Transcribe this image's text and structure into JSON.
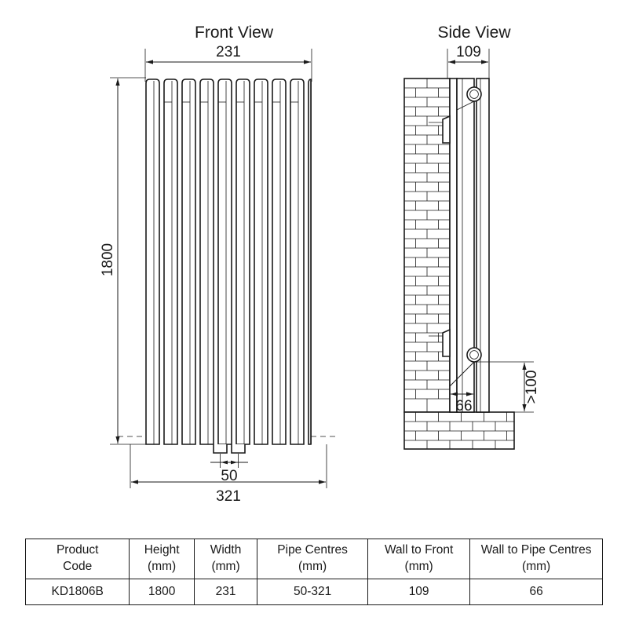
{
  "drawing": {
    "front_view": {
      "title": "Front View",
      "width_dim": "231",
      "height_dim": "1800",
      "pipe_centres_dim": "50",
      "overall_bottom_dim": "321",
      "tube_count": 10
    },
    "side_view": {
      "title": "Side View",
      "depth_dim": "109",
      "wall_to_pipe_dim": "66",
      "floor_clearance_dim": ">100"
    }
  },
  "table": {
    "headers": [
      "Product Code",
      "Height (mm)",
      "Width (mm)",
      "Pipe Centres (mm)",
      "Wall to Front (mm)",
      "Wall to Pipe Centres (mm)"
    ],
    "header_lines": [
      [
        "Product",
        "Code"
      ],
      [
        "Height",
        "(mm)"
      ],
      [
        "Width",
        "(mm)"
      ],
      [
        "Pipe Centres",
        "(mm)"
      ],
      [
        "Wall to Front",
        "(mm)"
      ],
      [
        "Wall to Pipe Centres",
        "(mm)"
      ]
    ],
    "rows": [
      {
        "product_code": "KD1806B",
        "height": "1800",
        "width": "231",
        "pipe_centres": "50-321",
        "wall_to_front": "109",
        "wall_to_pipe_centres": "66"
      }
    ]
  },
  "colors": {
    "line": "#1a1a1a",
    "background": "#ffffff"
  }
}
